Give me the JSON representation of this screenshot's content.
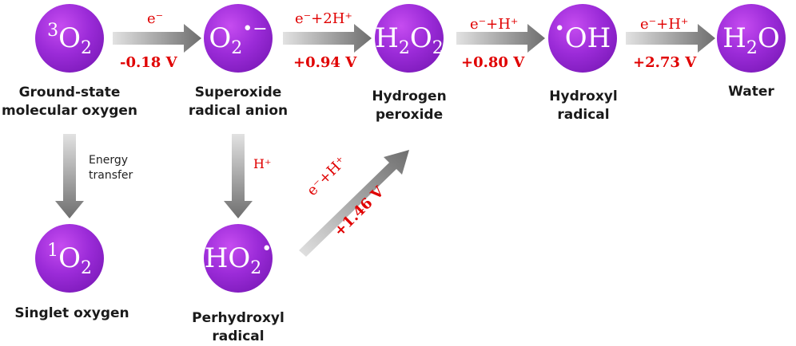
{
  "nodes": {
    "o2": {
      "prefix": "3",
      "main": "O",
      "sub": "2",
      "label_l1": "Ground-state",
      "label_l2": "molecular oxygen"
    },
    "superoxide": {
      "main": "O",
      "sub": "2",
      "sup": "•−",
      "label_l1": "Superoxide",
      "label_l2": "radical anion"
    },
    "h2o2": {
      "formula_a": "H",
      "sub_a": "2",
      "formula_b": "O",
      "sub_b": "2",
      "label_l1": "Hydrogen",
      "label_l2": "peroxide"
    },
    "oh": {
      "dot": "•",
      "main": "OH",
      "label_l1": "Hydroxyl",
      "label_l2": "radical"
    },
    "water": {
      "formula_a": "H",
      "sub_a": "2",
      "formula_b": "O",
      "label_l1": "Water"
    },
    "singlet": {
      "prefix": "1",
      "main": "O",
      "sub": "2",
      "label_l1": "Singlet oxygen"
    },
    "perhydroxyl": {
      "main": "HO",
      "sub": "2",
      "sup": "•",
      "label_l1": "Perhydroxyl",
      "label_l2": "radical"
    }
  },
  "arrows": {
    "a1": {
      "top": "e⁻",
      "bottom": "-0.18 V"
    },
    "a2": {
      "top": "e⁻+2H⁺",
      "bottom": "+0.94 V"
    },
    "a3": {
      "top": "e⁻+H⁺",
      "bottom": "+0.80 V"
    },
    "a4": {
      "top": "e⁻+H⁺",
      "bottom": "+2.73 V"
    },
    "down1": {
      "note_l1": "Energy",
      "note_l2": "transfer"
    },
    "down2": {
      "note": "H⁺"
    },
    "diag": {
      "top": "e⁻+H⁺",
      "bottom": "+1.46 V"
    }
  }
}
